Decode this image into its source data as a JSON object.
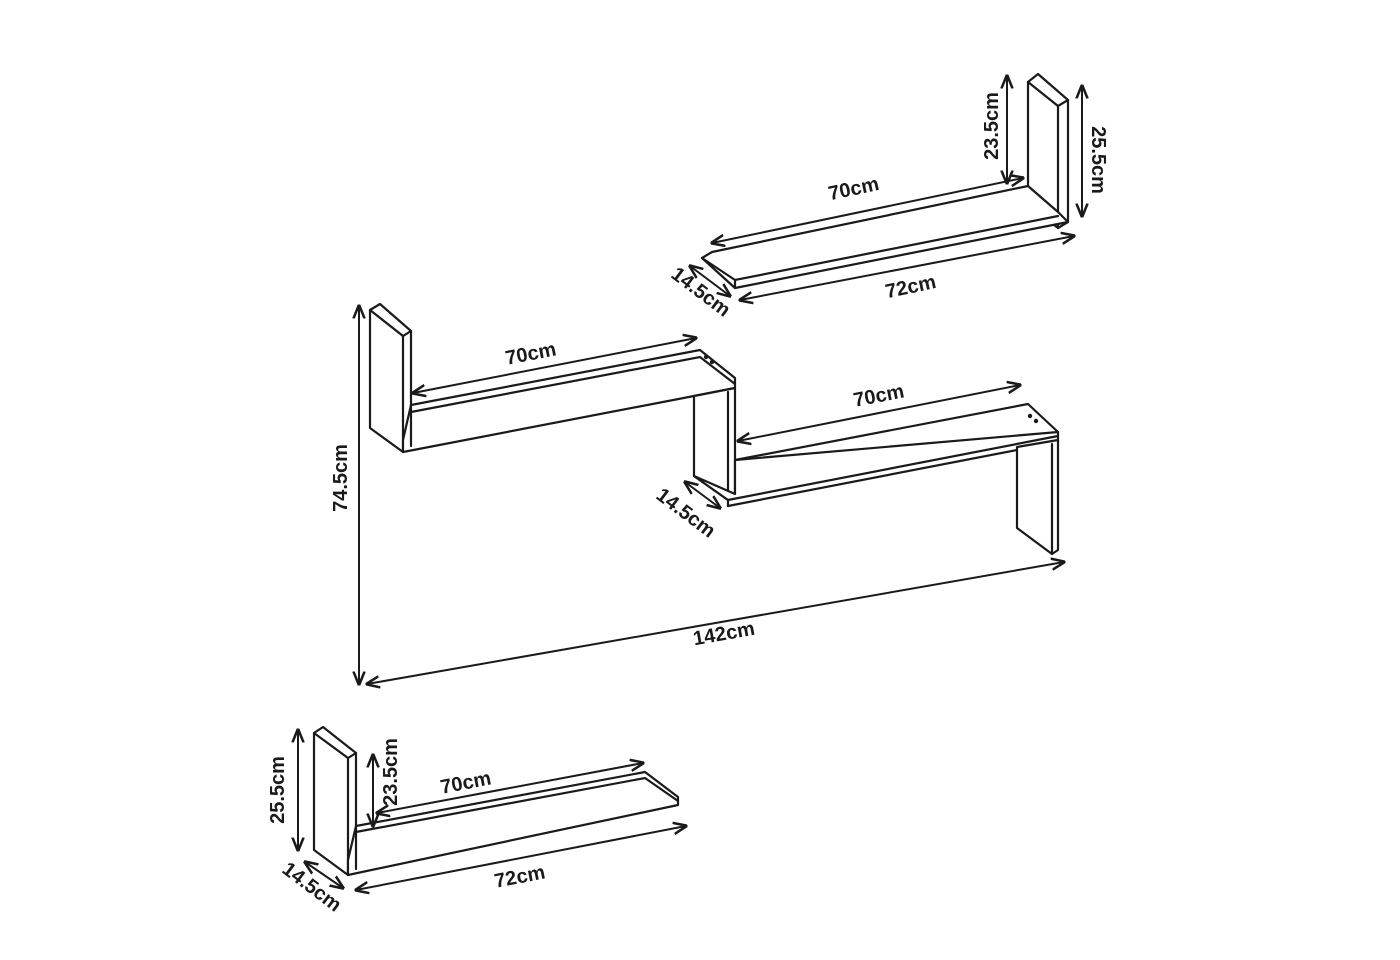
{
  "diagram": {
    "top_shelf": {
      "dim_inner_length": "70cm",
      "dim_inner_height": "23.5cm",
      "dim_outer_height": "25.5cm",
      "dim_outer_length": "72cm",
      "dim_depth": "14.5cm"
    },
    "zigzag_shelf": {
      "dim_upper_length": "70cm",
      "dim_lower_length": "70cm",
      "dim_depth": "14.5cm",
      "dim_total_height": "74.5cm",
      "dim_total_width": "142cm"
    },
    "bottom_shelf": {
      "dim_outer_height": "25.5cm",
      "dim_inner_height": "23.5cm",
      "dim_inner_length": "70cm",
      "dim_outer_length": "72cm",
      "dim_depth": "14.5cm"
    }
  }
}
